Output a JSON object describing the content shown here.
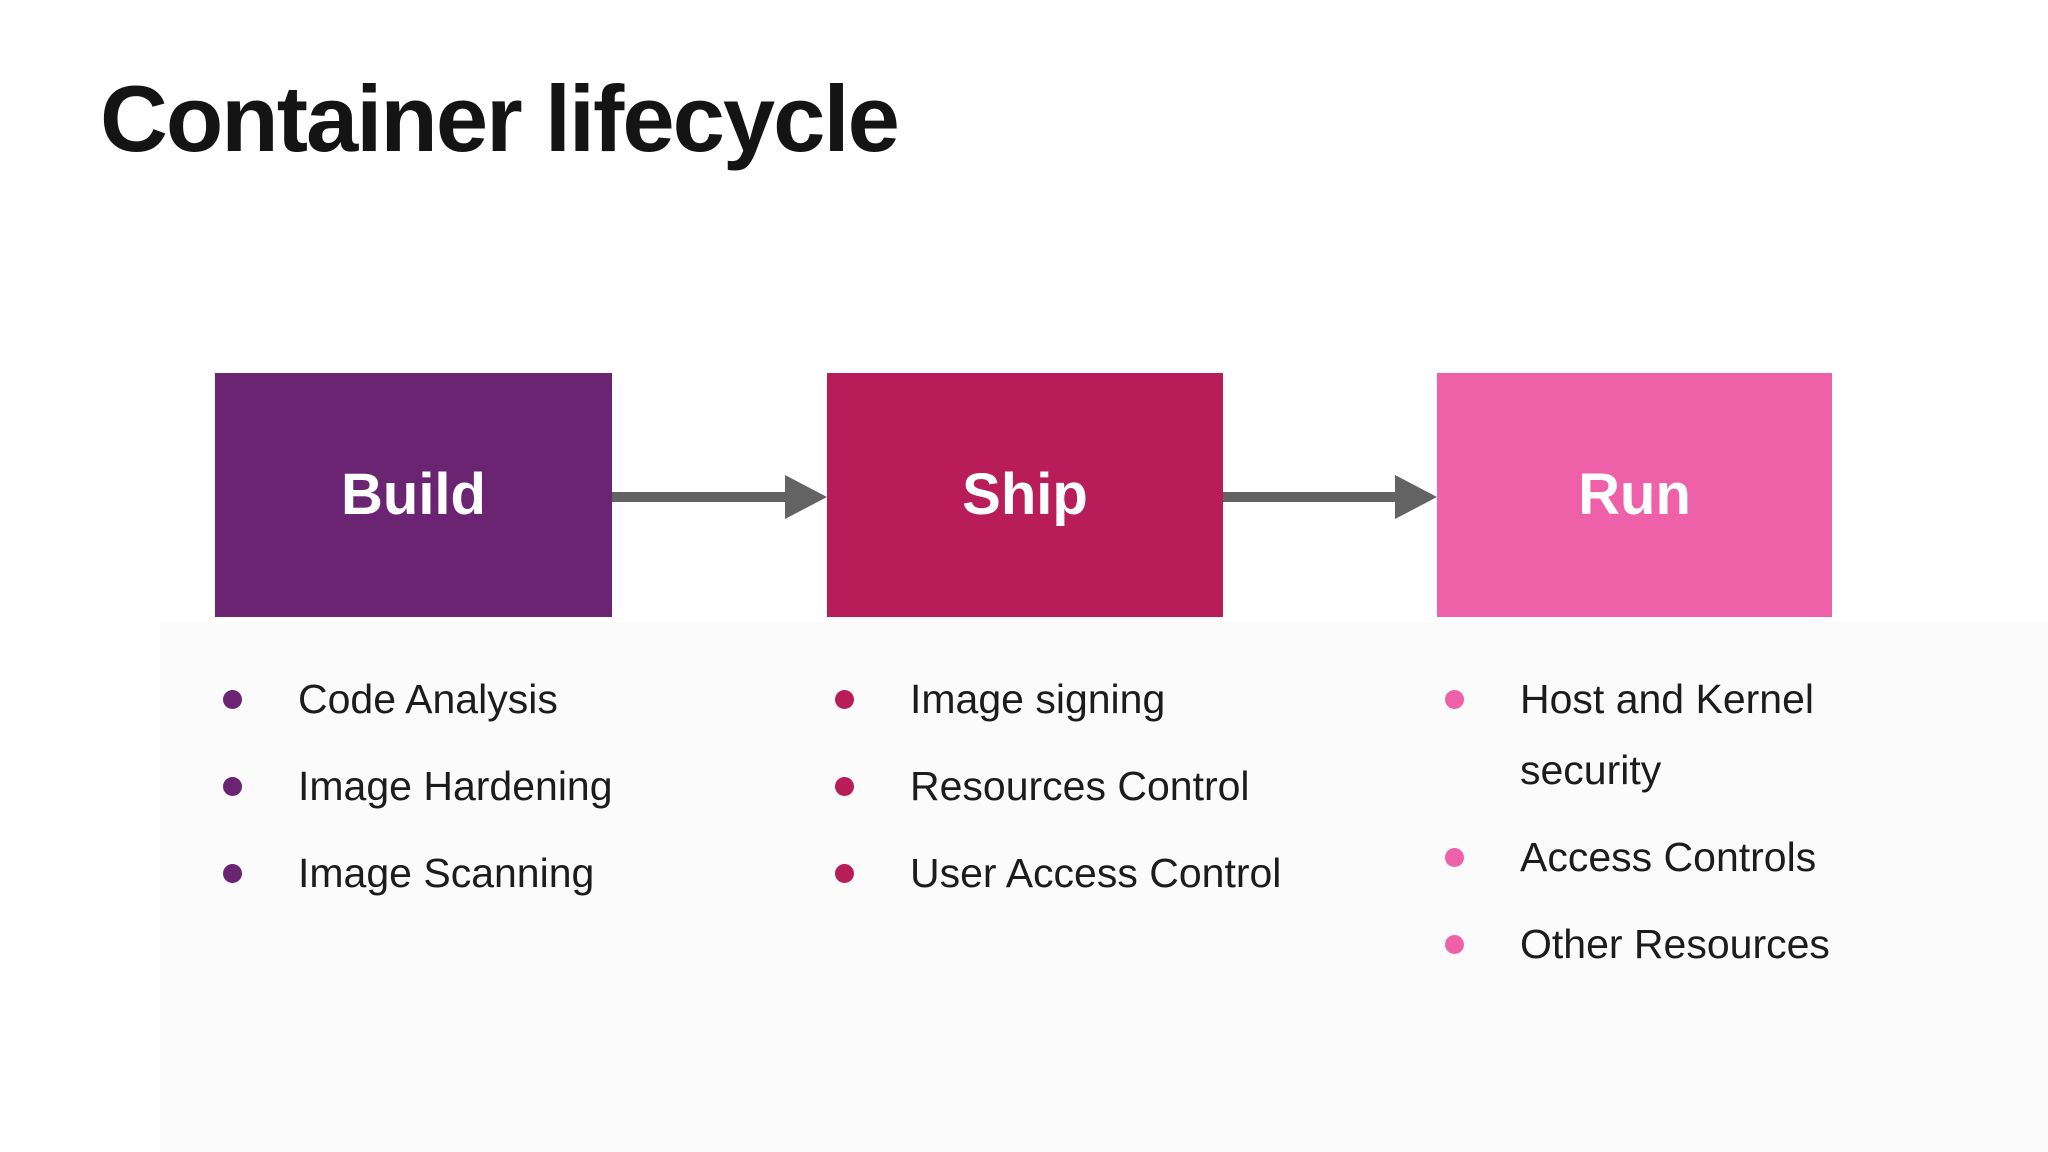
{
  "title": "Container lifecycle",
  "stages": [
    {
      "label": "Build",
      "color": "#6B2472",
      "items": [
        "Code Analysis",
        "Image Hardening",
        "Image Scanning"
      ]
    },
    {
      "label": "Ship",
      "color": "#B81D5A",
      "items": [
        "Image signing",
        "Resources Control",
        "User Access Control"
      ]
    },
    {
      "label": "Run",
      "color": "#EE61A8",
      "items": [
        "Host and Kernel\nsecurity",
        "Access Controls",
        "Other Resources"
      ]
    }
  ],
  "arrow": {
    "color": "#636363"
  },
  "colors": {
    "background": "#ffffff",
    "backdrop": "#fcfbfb",
    "title_text": "#141414",
    "list_text": "#1c1c1c",
    "box_label_text": "#ffffff"
  }
}
